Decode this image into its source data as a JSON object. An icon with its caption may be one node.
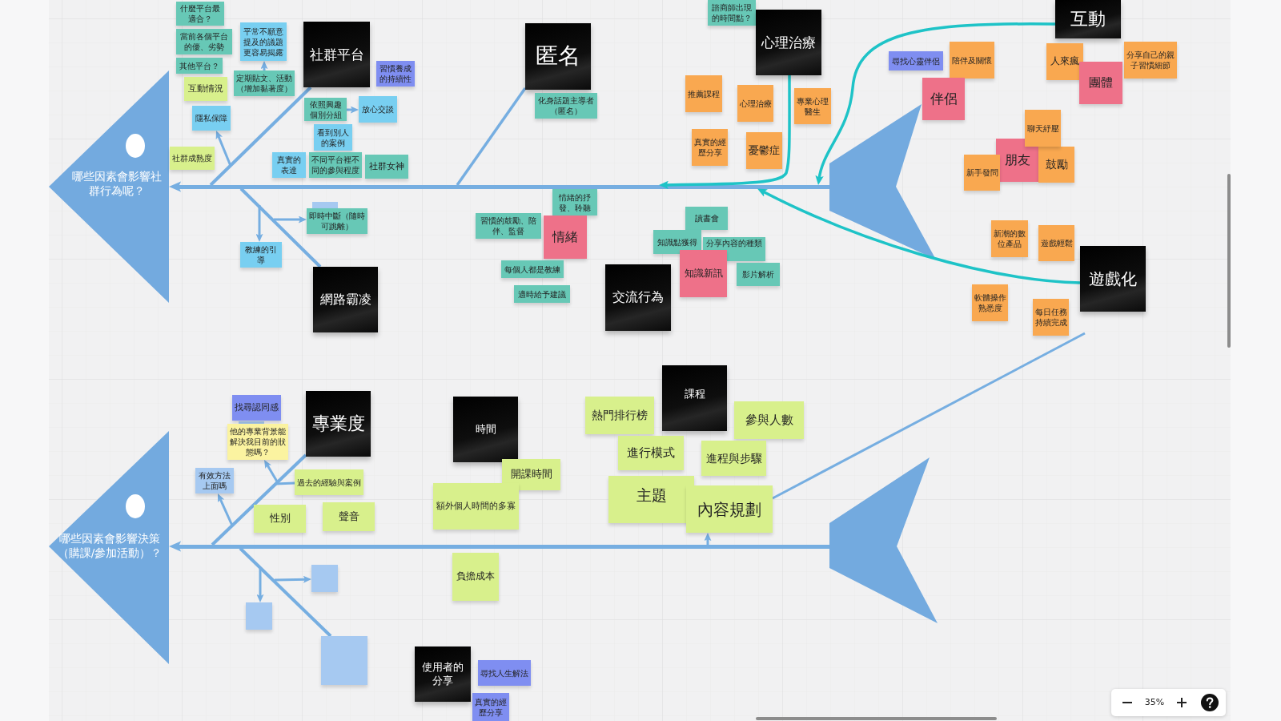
{
  "diagram": {
    "nodes": [
      {
        "text": [
          "哪些因素會影響社群行為呢？"
        ]
      },
      {
        "text": [
          "什麼平台最適合？"
        ]
      },
      {
        "text": [
          "當前各個平台的優、劣勢"
        ]
      },
      {
        "text": [
          "其他平台？"
        ]
      },
      {
        "text": [
          "互動情況"
        ]
      },
      {
        "text": [
          "平常不願意提及的議題更容易揭露"
        ]
      },
      {
        "text": [
          "社群平台"
        ]
      },
      {
        "text": [
          "定期貼文、活動（增加黏著度）"
        ]
      },
      {
        "text": [
          "習慣養成的持續性"
        ]
      },
      {
        "text": [
          "隱私保障"
        ]
      },
      {
        "text": [
          "放心交談"
        ]
      },
      {
        "text": [
          "依照興趣個別分組"
        ]
      },
      {
        "text": [
          "看到別人的案例"
        ]
      },
      {
        "text": [
          "社群成熟度"
        ]
      },
      {
        "text": [
          "真實的表達"
        ]
      },
      {
        "text": [
          "不同平台裡不同的參與程度"
        ]
      },
      {
        "text": [
          "社群女神"
        ]
      },
      {
        "text": [
          "即時中斷（隨時可跳離）"
        ]
      },
      {
        "text": [
          "教練的引導"
        ]
      },
      {
        "text": [
          "網路霸凌"
        ]
      },
      {
        "text": [
          "匿名"
        ]
      },
      {
        "text": [
          "化身話題主導者（匿名）"
        ]
      },
      {
        "text": [
          "情緒的抒發、聆聽"
        ]
      },
      {
        "text": [
          "習慣的鼓勵、陪伴、監督"
        ]
      },
      {
        "text": [
          "情緒"
        ]
      },
      {
        "text": [
          "每個人都是教練"
        ]
      },
      {
        "text": [
          "適時給予建議"
        ]
      },
      {
        "text": [
          "交流行為"
        ]
      },
      {
        "text": [
          "諮商師出現的時間點？"
        ]
      },
      {
        "text": [
          "心理治療"
        ]
      },
      {
        "text": [
          "推薦課程"
        ]
      },
      {
        "text": [
          "心理治療"
        ]
      },
      {
        "text": [
          "專業心理醫生"
        ]
      },
      {
        "text": [
          "真實的經歷分享"
        ]
      },
      {
        "text": [
          "憂鬱症"
        ]
      },
      {
        "text": [
          "讀書會"
        ]
      },
      {
        "text": [
          "知識點獲得"
        ]
      },
      {
        "text": [
          "分享內容的種類"
        ]
      },
      {
        "text": [
          "知識新訊"
        ]
      },
      {
        "text": [
          "影片解析"
        ]
      },
      {
        "text": [],
        "shape": "chevron"
      },
      {
        "text": [
          "尋找心靈伴侶"
        ]
      },
      {
        "text": [
          "陪伴及關懷"
        ]
      },
      {
        "text": [
          "伴侶"
        ]
      },
      {
        "text": [
          "互動"
        ]
      },
      {
        "text": [
          "人來瘋"
        ]
      },
      {
        "text": [
          "團體"
        ]
      },
      {
        "text": [
          "分享自己的親子習慣細節"
        ]
      },
      {
        "text": [
          "聊天紓壓"
        ]
      },
      {
        "text": [
          "新手發問"
        ]
      },
      {
        "text": [
          "朋友"
        ]
      },
      {
        "text": [
          "鼓勵"
        ]
      },
      {
        "text": [
          "新潮的數位產品"
        ]
      },
      {
        "text": [
          "遊戲輕鬆"
        ]
      },
      {
        "text": [
          "遊戲化"
        ]
      },
      {
        "text": [
          "軟體操作熟悉度"
        ]
      },
      {
        "text": [
          "每日任務持續完成"
        ]
      },
      {
        "text": [
          "哪些因素會影響決策（購課/參加活動）？"
        ]
      },
      {
        "text": [
          "找尋認同感"
        ]
      },
      {
        "text": [
          "他的專業背景能解決我目前的狀態嗎？"
        ]
      },
      {
        "text": [
          "專業度"
        ]
      },
      {
        "text": [
          "有效方法上面嗎"
        ]
      },
      {
        "text": [
          "過去的經驗與案例"
        ]
      },
      {
        "text": [
          "性別"
        ]
      },
      {
        "text": [
          "聲音"
        ]
      },
      {
        "text": [],
        "shape": "box"
      },
      {
        "text": [],
        "shape": "box"
      },
      {
        "text": [],
        "shape": "box"
      },
      {
        "text": [
          "時間"
        ]
      },
      {
        "text": [
          "開課時間"
        ]
      },
      {
        "text": [
          "額外個人時間的多寡"
        ]
      },
      {
        "text": [
          "負擔成本"
        ]
      },
      {
        "text": [
          "使用者的分享"
        ]
      },
      {
        "text": [
          "尋找人生解法"
        ]
      },
      {
        "text": [
          "真實的經歷分享"
        ]
      },
      {
        "text": [
          "熱門排行榜"
        ]
      },
      {
        "text": [
          "課程"
        ]
      },
      {
        "text": [
          "參與人數"
        ]
      },
      {
        "text": [
          "進行模式"
        ]
      },
      {
        "text": [
          "進程與步驟"
        ]
      },
      {
        "text": [
          "主題"
        ]
      },
      {
        "text": [
          "內容規劃"
        ]
      },
      {
        "text": [],
        "shape": "chevron"
      },
      {
        "text": [],
        "shape": "bar"
      },
      {
        "text": [],
        "shape": "bar"
      }
    ],
    "edges": [
      {
        "from": 83,
        "to": 0,
        "arrow": "to"
      },
      {
        "from": 6,
        "to": 83,
        "arrow": "none"
      },
      {
        "from": null,
        "to": 9,
        "arrow": "to"
      },
      {
        "from": 11,
        "to": 10,
        "arrow": "to"
      },
      {
        "from": 7,
        "to": 5,
        "arrow": "to"
      },
      {
        "from": 19,
        "to": 83,
        "arrow": "none"
      },
      {
        "from": null,
        "to": 18,
        "arrow": "to"
      },
      {
        "from": null,
        "to": 17,
        "arrow": "to"
      },
      {
        "from": 20,
        "to": 83,
        "arrow": "none"
      },
      {
        "from": 29,
        "to": 83,
        "arrow": "to",
        "color": "#1ec3c7"
      },
      {
        "from": 44,
        "to": 83,
        "arrow": "to",
        "color": "#1ec3c7"
      },
      {
        "from": 54,
        "to": 83,
        "arrow": "to",
        "color": "#1ec3c7"
      },
      {
        "from": 84,
        "to": 57,
        "arrow": "to"
      },
      {
        "from": 60,
        "to": 84,
        "arrow": "none"
      },
      {
        "from": null,
        "to": 59,
        "arrow": "to"
      },
      {
        "from": null,
        "to": 62,
        "arrow": "none"
      },
      {
        "from": null,
        "to": 61,
        "arrow": "to"
      },
      {
        "from": 67,
        "to": 84,
        "arrow": "none"
      },
      {
        "from": null,
        "to": 66,
        "arrow": "to"
      },
      {
        "from": null,
        "to": 65,
        "arrow": "to"
      },
      {
        "from": 81,
        "to": null,
        "arrow": "none"
      },
      {
        "from": 84,
        "to": 81,
        "arrow": "to"
      }
    ],
    "labels": [
      "35%"
    ]
  }
}
